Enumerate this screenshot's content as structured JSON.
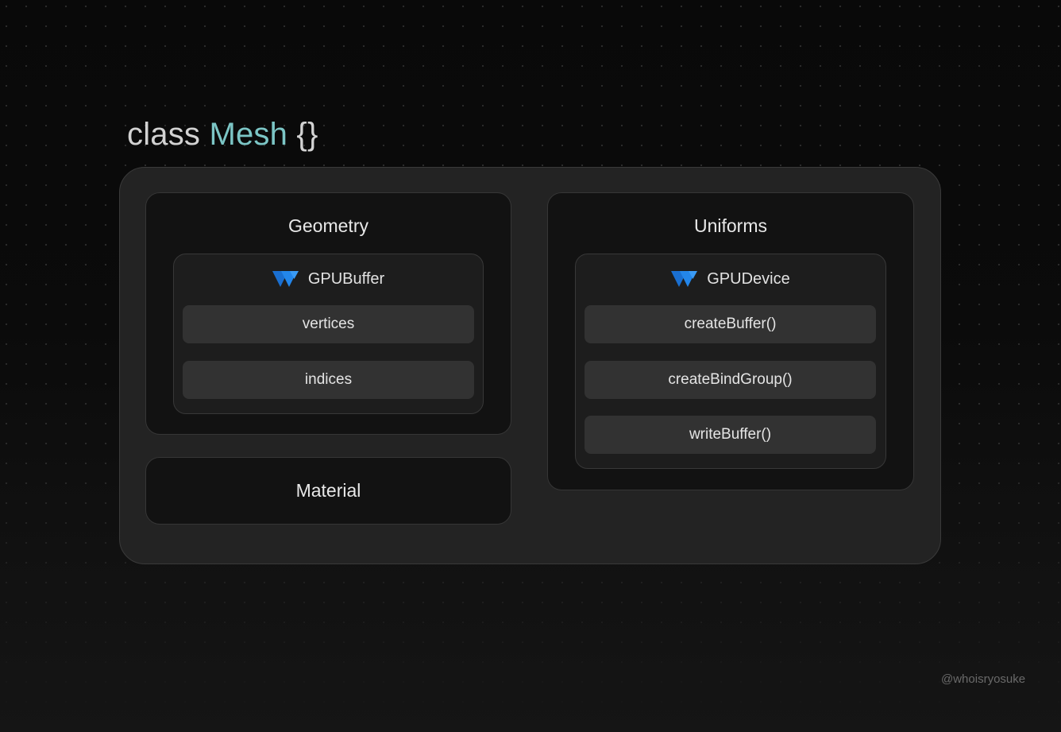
{
  "title": {
    "keyword": "class",
    "name": "Mesh",
    "braces": "{}"
  },
  "colors": {
    "accent_teal": "#7cc6c6",
    "webgpu_blue": "#1f7fe0",
    "outer_bg": "#232323",
    "panel_bg": "#121212",
    "card_bg": "#1d1d1d",
    "item_bg": "#323232"
  },
  "geometry": {
    "title": "Geometry",
    "card": {
      "icon": "webgpu-logo-icon",
      "label": "GPUBuffer",
      "items": [
        "vertices",
        "indices"
      ]
    }
  },
  "material": {
    "title": "Material"
  },
  "uniforms": {
    "title": "Uniforms",
    "card": {
      "icon": "webgpu-logo-icon",
      "label": "GPUDevice",
      "items": [
        "createBuffer()",
        "createBindGroup()",
        "writeBuffer()"
      ]
    }
  },
  "watermark": "@whoisryosuke"
}
